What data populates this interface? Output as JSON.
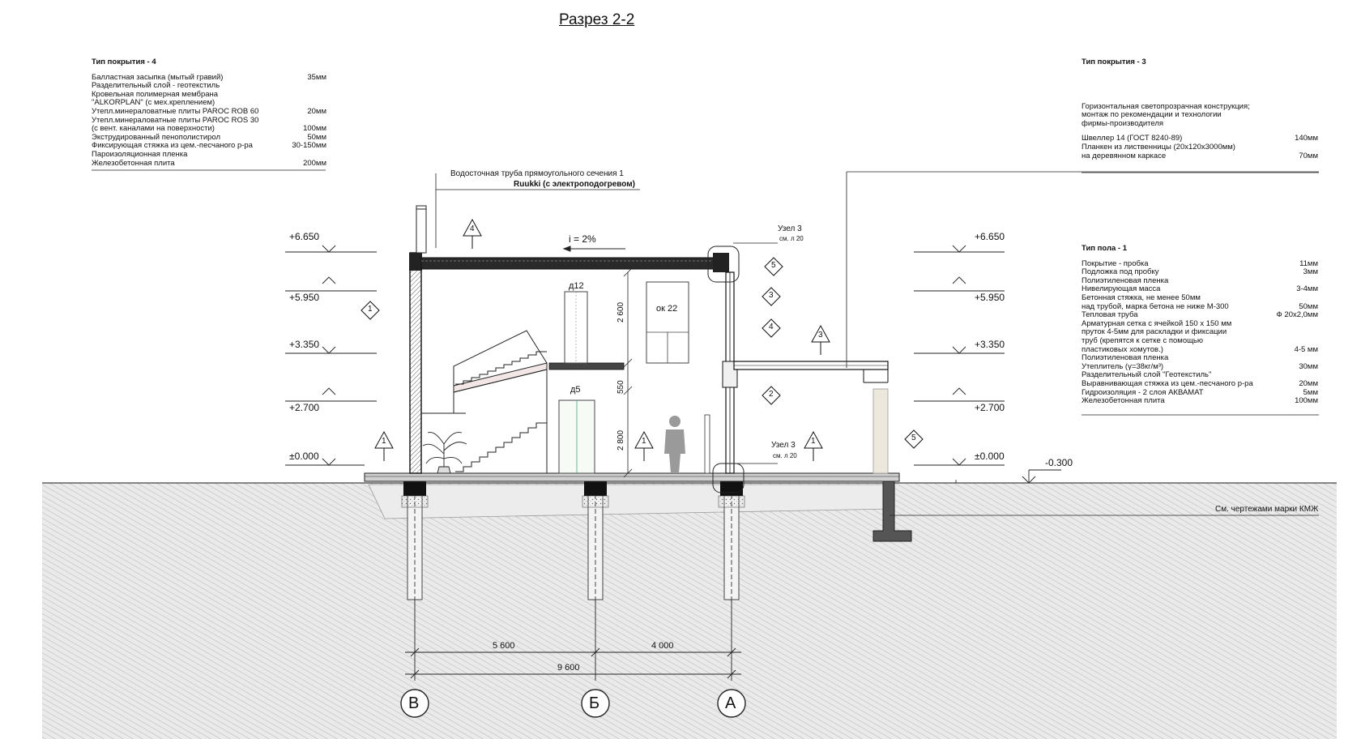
{
  "title": "Разрез 2-2",
  "roof4": {
    "header": "Тип покрытия - 4",
    "rows": [
      {
        "label": "Балластная засыпка (мытый гравий)",
        "value": "35мм"
      },
      {
        "label": "Разделительный слой - геотекстиль",
        "value": ""
      },
      {
        "label": "Кровельная полимерная мембрана",
        "value": ""
      },
      {
        "label": "\"ALKORPLAN\" (с мех.креплением)",
        "value": ""
      },
      {
        "label": "Утепл.минераловатные плиты PAROC ROB 60",
        "value": "20мм"
      },
      {
        "label": "Утепл.минераловатные плиты PAROC ROS 30",
        "value": ""
      },
      {
        "label": "(с вент. каналами на поверхности)",
        "value": "100мм"
      },
      {
        "label": "Экструдированный пенополистирол",
        "value": "50мм"
      },
      {
        "label": "Фиксирующая стяжка из цем.-песчаного р-ра",
        "value": "30-150мм"
      },
      {
        "label": "Пароизоляционная пленка",
        "value": ""
      },
      {
        "label": "Железобетонная плита",
        "value": "200мм"
      }
    ]
  },
  "roof3": {
    "header": "Тип покрытия - 3",
    "desc": [
      "Горизонтальная светопрозрачная конструкция;",
      "монтаж по рекомендации и технологии",
      "фирмы-производителя"
    ],
    "rows": [
      {
        "label": "Швеллер 14 (ГОСТ 8240-89)",
        "value": "140мм"
      },
      {
        "label": "Планкен из лиственницы (20х120х3000мм)",
        "value": ""
      },
      {
        "label": "на деревянном каркасе",
        "value": "70мм"
      }
    ]
  },
  "floor1": {
    "header": "Тип пола - 1",
    "rows": [
      {
        "label": "Покрытие - пробка",
        "value": "11мм"
      },
      {
        "label": "Подложка под пробку",
        "value": "3мм"
      },
      {
        "label": "Полиэтиленовая пленка",
        "value": ""
      },
      {
        "label": "Нивелирующая масса",
        "value": "3-4мм"
      },
      {
        "label": "Бетонная стяжка, не менее 50мм",
        "value": ""
      },
      {
        "label": "над трубой, марка бетона не ниже М-300",
        "value": "50мм"
      },
      {
        "label": "Тепловая труба",
        "value": "Ф 20х2,0мм"
      },
      {
        "label": "Арматурная сетка с ячейкой 150 х 150 мм",
        "value": ""
      },
      {
        "label": "пруток 4-5мм для раскладки и фиксации",
        "value": ""
      },
      {
        "label": "труб (крепятся к сетке с помощью",
        "value": ""
      },
      {
        "label": "пластиковых хомутов.)",
        "value": "4-5 мм"
      },
      {
        "label": "Полиэтиленовая пленка",
        "value": ""
      },
      {
        "label": "Утеплитель (γ=38кг/м³)",
        "value": "30мм"
      },
      {
        "label": "Разделительный слой \"Геотекстиль\"",
        "value": ""
      },
      {
        "label": "Выравнивающая стяжка из цем.-песчаного р-ра",
        "value": "20мм"
      },
      {
        "label": "Гидроизоляция - 2 слоя АКВАМАТ",
        "value": "5мм"
      },
      {
        "label": "Железобетонная плита",
        "value": "100мм"
      }
    ]
  },
  "drain_note": [
    "Водосточная труба прямоугольного сечения 1",
    "Ruukki (с электроподогревом)"
  ],
  "slope": "i = 2%",
  "node_top": {
    "name": "Узел 3",
    "ref": "см. л 20"
  },
  "node_bottom": {
    "name": "Узел 3",
    "ref": "см. л 20"
  },
  "levels": {
    "l6650": "+6.650",
    "l5950": "+5.950",
    "l3350": "+3.350",
    "l2700": "+2.700",
    "l0000": "±0.000",
    "lm300": "-0.300"
  },
  "labels": {
    "d12": "д12",
    "d5": "д5",
    "ok22": "ок 22",
    "dim2600": "2 600",
    "dim550": "550",
    "dim2800": "2 800"
  },
  "kmzh_note": "См. чертежами марки КМЖ",
  "markers": {
    "m1": "1",
    "m2": "2",
    "m3": "3",
    "m4": "4",
    "m5": "5"
  },
  "axes": {
    "dim_5600": "5 600",
    "dim_4000": "4 000",
    "dim_9600": "9 600",
    "axis_v": "В",
    "axis_b": "Б",
    "axis_a": "А"
  }
}
